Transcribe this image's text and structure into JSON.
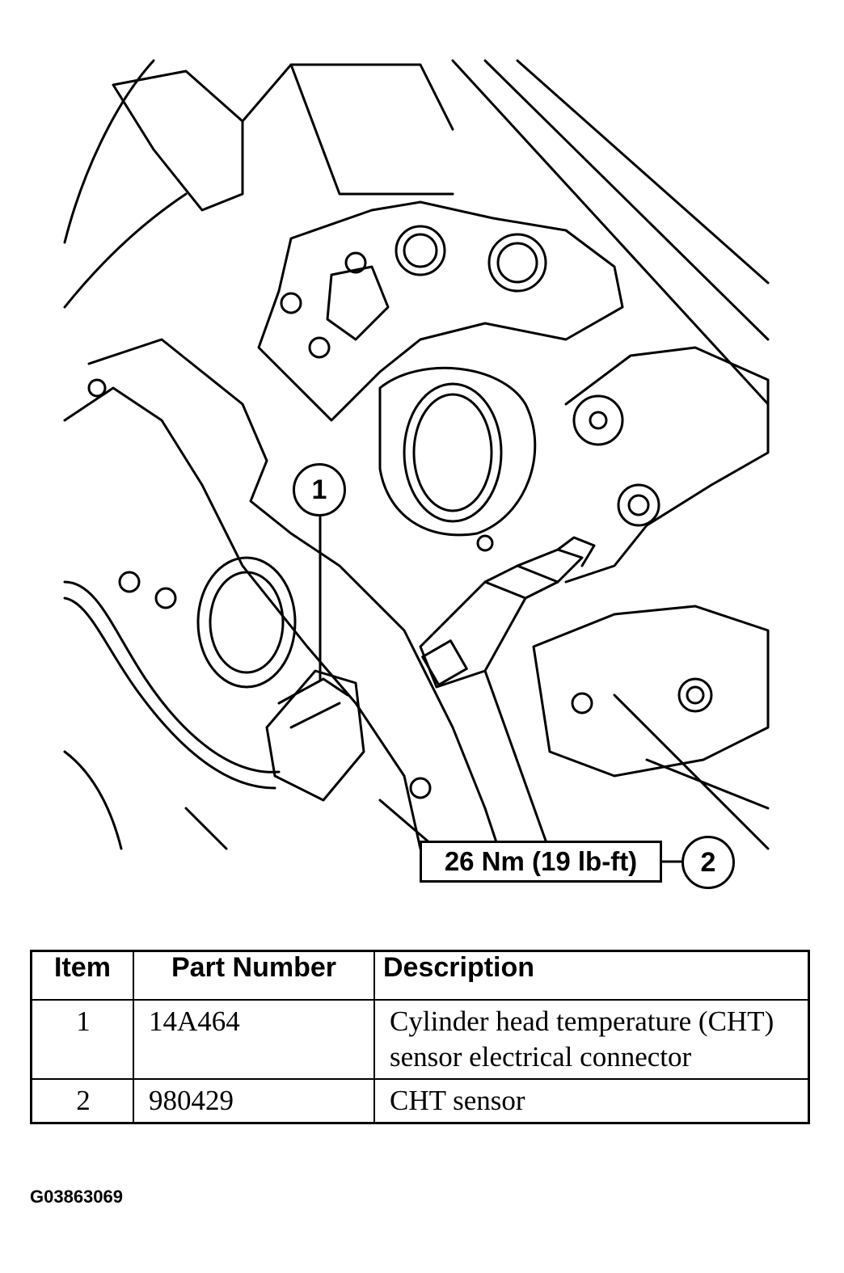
{
  "figure": {
    "callout_1": "1",
    "callout_2": "2",
    "torque_label": "26 Nm (19 lb-ft)",
    "figure_id": "G03863069"
  },
  "table": {
    "headers": {
      "item": "Item",
      "part_number": "Part Number",
      "description": "Description"
    },
    "rows": [
      {
        "item": "1",
        "part_number": "14A464",
        "description": "Cylinder head temperature (CHT) sensor electrical connector"
      },
      {
        "item": "2",
        "part_number": "980429",
        "description": "CHT sensor"
      }
    ]
  }
}
